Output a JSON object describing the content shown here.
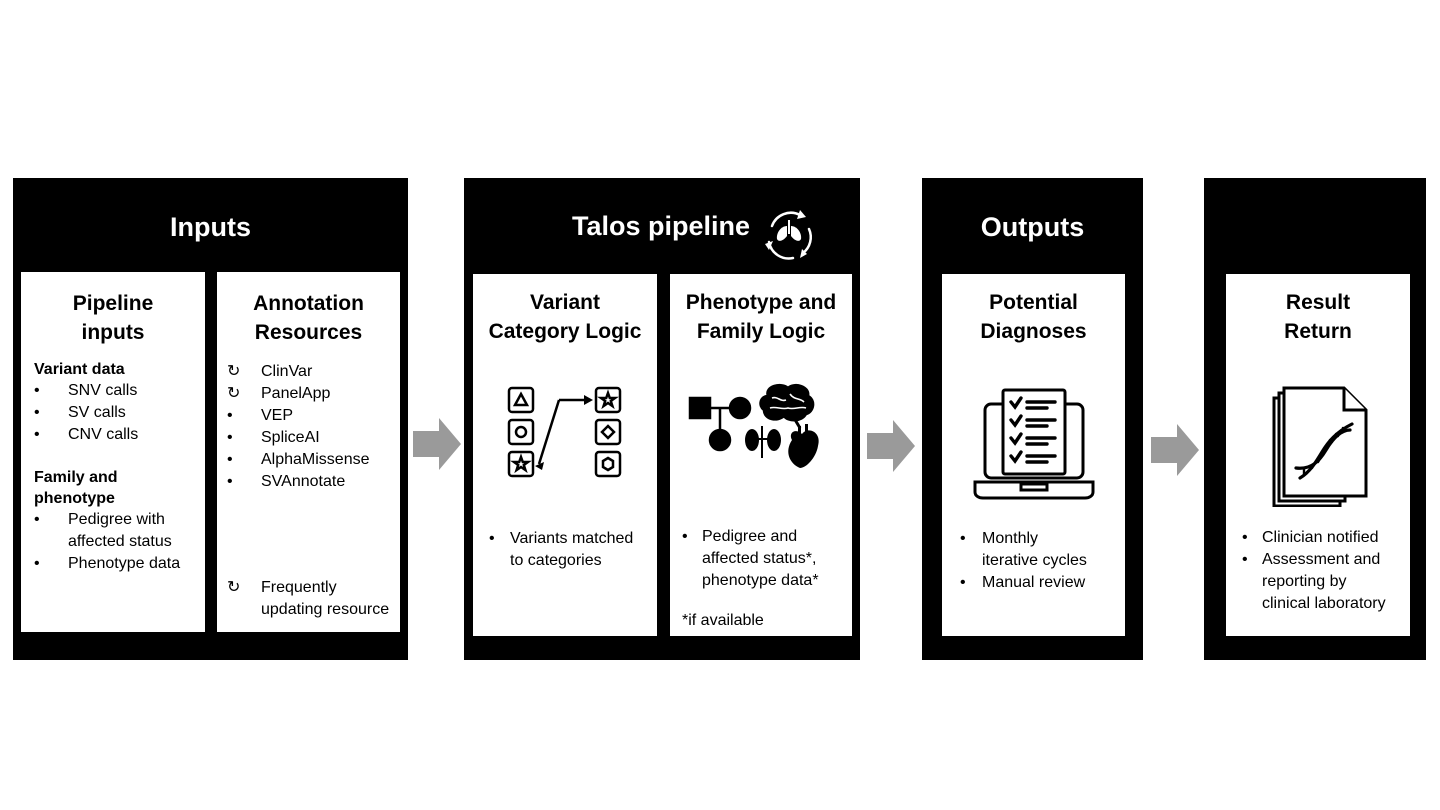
{
  "inputs": {
    "title": "Inputs",
    "pipeline_inputs": {
      "title_l1": "Pipeline",
      "title_l2": "inputs",
      "variant_heading": "Variant data",
      "variant_items": [
        "SNV calls",
        "SV calls",
        "CNV calls"
      ],
      "family_heading_l1": "Family and",
      "family_heading_l2": "phenotype",
      "family_items": [
        {
          "l1": "Pedigree with",
          "l2": "affected status"
        },
        {
          "l1": "Phenotype data"
        }
      ]
    },
    "annotation": {
      "title_l1": "Annotation",
      "title_l2": "Resources",
      "items": [
        {
          "marker": "↻",
          "text": "ClinVar"
        },
        {
          "marker": "↻",
          "text": "PanelApp"
        },
        {
          "marker": "•",
          "text": "VEP"
        },
        {
          "marker": "•",
          "text": "SpliceAI"
        },
        {
          "marker": "•",
          "text": "AlphaMissense"
        },
        {
          "marker": "•",
          "text": "SVAnnotate"
        }
      ],
      "legend_marker": "↻",
      "legend_l1": "Frequently",
      "legend_l2": "updating resource"
    }
  },
  "talos": {
    "title": "Talos pipeline",
    "icon": "cycle-lungs-icon",
    "variant_logic": {
      "title_l1": "Variant",
      "title_l2": "Category Logic",
      "bullet_l1": "Variants matched",
      "bullet_l2": "to categories"
    },
    "phenotype_logic": {
      "title_l1": "Phenotype and",
      "title_l2": "Family Logic",
      "bullet_l1": "Pedigree and",
      "bullet_l2": "affected status*,",
      "bullet_l3": "phenotype data*",
      "footnote": "*if available"
    }
  },
  "outputs": {
    "title": "Outputs",
    "panel": {
      "title_l1": "Potential",
      "title_l2": "Diagnoses",
      "items": [
        {
          "l1": "Monthly",
          "l2": "iterative cycles"
        },
        {
          "l1": "Manual review"
        }
      ]
    }
  },
  "result": {
    "panel": {
      "title_l1": "Result",
      "title_l2": "Return",
      "items": [
        {
          "l1": "Clinician notified"
        },
        {
          "l1": "Assessment and",
          "l2": "reporting by",
          "l3": "clinical laboratory"
        }
      ]
    }
  },
  "bullet": "•",
  "colors": {
    "block": "#000000",
    "panel": "#ffffff",
    "arrow": "#9a9a9a"
  }
}
